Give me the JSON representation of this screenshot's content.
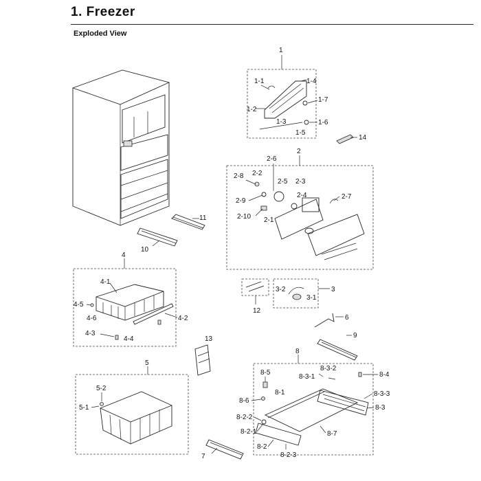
{
  "header": {
    "title": "1.  Freezer",
    "subtitle": "Exploded View"
  },
  "labels": {
    "l1": "1",
    "l1_1": "1-1",
    "l1_2": "1-2",
    "l1_3": "1-3",
    "l1_4": "1-4",
    "l1_5": "1-5",
    "l1_6": "1-6",
    "l1_7": "1-7",
    "l14": "14",
    "l2": "2",
    "l2_1": "2-1",
    "l2_2": "2-2",
    "l2_3": "2-3",
    "l2_4": "2-4",
    "l2_5": "2-5",
    "l2_6": "2-6",
    "l2_7": "2-7",
    "l2_8": "2-8",
    "l2_9": "2-9",
    "l2_10": "2-10",
    "l11": "11",
    "l10": "10",
    "l4": "4",
    "l4_1": "4-1",
    "l4_2": "4-2",
    "l4_3": "4-3",
    "l4_4": "4-4",
    "l4_5": "4-5",
    "l4_6": "4-6",
    "l3": "3",
    "l3_1": "3-1",
    "l3_2": "3-2",
    "l12": "12",
    "l6": "6",
    "l9": "9",
    "l13": "13",
    "l5": "5",
    "l5_1": "5-1",
    "l5_2": "5-2",
    "l8": "8",
    "l8_1": "8-1",
    "l8_2": "8-2",
    "l8_2_1": "8-2-1",
    "l8_2_2": "8-2-2",
    "l8_2_3": "8-2-3",
    "l8_3": "8-3",
    "l8_3_1": "8-3-1",
    "l8_3_2": "8-3-2",
    "l8_3_3": "8-3-3",
    "l8_4": "8-4",
    "l8_5": "8-5",
    "l8_6": "8-6",
    "l8_7": "8-7",
    "l7": "7"
  }
}
